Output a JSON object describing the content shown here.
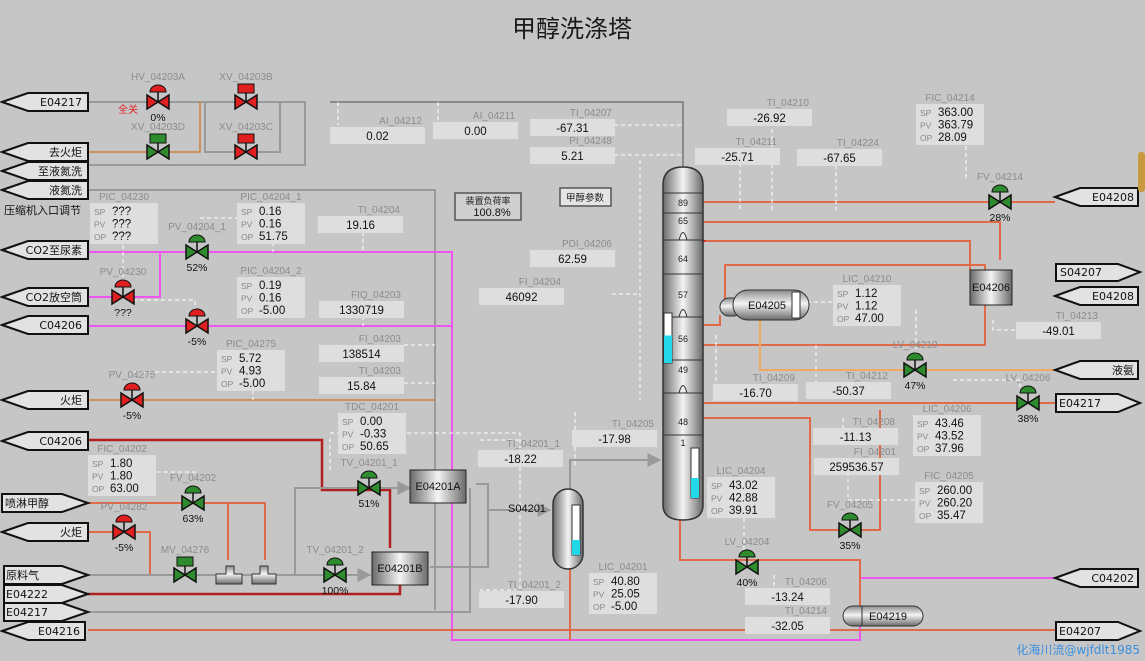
{
  "title": "甲醇洗涤塔",
  "watermark": "化海川流@wjfdlt1985",
  "colors": {
    "background": "#c6c6c6",
    "valve_open": "#2e8b2e",
    "valve_closed": "#e02020",
    "level": "#22d8e8",
    "methanol_line": "#e06a4a",
    "co2_line": "#ee55ee"
  },
  "connectors": {
    "e04217_top": "E04217",
    "to_flare_1": "去火炬",
    "to_n2_wash": "至液氮洗",
    "n2_wash": "液氮洗",
    "compressor_label": "压缩机入口调节",
    "co2_urea": "CO2至尿素",
    "co2_vent": "CO2放空筒",
    "c04206": "C04206",
    "flare_2": "火炬",
    "c04206_b": "C04206",
    "spray_methanol": "喷淋甲醇",
    "flare_3": "火炬",
    "feed_gas": "原料气",
    "e04222": "E04222",
    "e04217_bottom": "E04217",
    "e04216": "E04216",
    "e04208_top": "E04208",
    "s04207": "S04207",
    "e04208": "E04208",
    "liquid_ammonia": "液氨",
    "e04217_right": "E04217",
    "c04202": "C04202",
    "e04207": "E04207"
  },
  "valves": {
    "hv_04203a": {
      "tag": "HV_04203A",
      "value": "0%",
      "status": "全关",
      "state": "closed"
    },
    "xv_04203b": {
      "tag": "XV_04203B",
      "state": "closed"
    },
    "xv_04203d": {
      "tag": "XV_04203D",
      "state": "open"
    },
    "xv_04203c": {
      "tag": "XV_04203C",
      "state": "closed"
    },
    "pv_04204_1": {
      "tag": "PV_04204_1",
      "value": "52%",
      "state": "open"
    },
    "pv_04230": {
      "tag": "PV_04230",
      "value": "???",
      "state": "closed"
    },
    "pv_04204_2": {
      "tag": "",
      "value": "-5%",
      "state": "closed"
    },
    "pv_04275": {
      "tag": "PV_04275",
      "value": "-5%",
      "state": "closed"
    },
    "fv_04202": {
      "tag": "FV_04202",
      "value": "63%",
      "state": "open"
    },
    "pv_04282": {
      "tag": "PV_04282",
      "value": "-5%",
      "state": "closed"
    },
    "mv_04276": {
      "tag": "MV_04276",
      "state": "open"
    },
    "tv_04201_1": {
      "tag": "TV_04201_1",
      "value": "51%",
      "state": "open"
    },
    "tv_04201_2": {
      "tag": "TV_04201_2",
      "value": "100%",
      "state": "open"
    },
    "fv_04214": {
      "tag": "FV_04214",
      "value": "28%",
      "state": "open"
    },
    "lv_04210": {
      "tag": "LV_04210",
      "value": "47%",
      "state": "open"
    },
    "lv_04206": {
      "tag": "LV_04206",
      "value": "38%",
      "state": "open"
    },
    "fv_04205": {
      "tag": "FV_04205",
      "value": "35%",
      "state": "open"
    },
    "lv_04204": {
      "tag": "LV_04204",
      "value": "40%",
      "state": "open"
    }
  },
  "controllers": {
    "pic_04230": {
      "tag": "PIC_04230",
      "sp": "???",
      "pv": "???",
      "op": "???"
    },
    "pic_04204_1": {
      "tag": "PIC_04204_1",
      "sp": "0.16",
      "pv": "0.16",
      "op": "51.75"
    },
    "pic_04204_2": {
      "tag": "PIC_04204_2",
      "sp": "0.19",
      "pv": "0.16",
      "op": "-5.00"
    },
    "pic_04275": {
      "tag": "PIC_04275",
      "sp": "5.72",
      "pv": "4.93",
      "op": "-5.00"
    },
    "fic_04202": {
      "tag": "FIC_04202",
      "sp": "1.80",
      "pv": "1.80",
      "op": "63.00"
    },
    "tdc_04201": {
      "tag": "TDC_04201",
      "sp": "0.00",
      "pv": "-0.33",
      "op": "50.65"
    },
    "lic_04201": {
      "tag": "LIC_04201",
      "sp": "40.80",
      "pv": "25.05",
      "op": "-5.00"
    },
    "lic_04204": {
      "tag": "LIC_04204",
      "sp": "43.02",
      "pv": "42.88",
      "op": "39.91"
    },
    "lic_04210": {
      "tag": "LIC_04210",
      "sp": "1.12",
      "pv": "1.12",
      "op": "47.00"
    },
    "fic_04214": {
      "tag": "FIC_04214",
      "sp": "363.00",
      "pv": "363.79",
      "op": "28.09"
    },
    "lic_04206": {
      "tag": "LIC_04206",
      "sp": "43.46",
      "pv": "43.52",
      "op": "37.96"
    },
    "fic_04205": {
      "tag": "FIC_04205",
      "sp": "260.00",
      "pv": "260.20",
      "op": "35.47"
    }
  },
  "controller_labels": {
    "sp": "SP",
    "pv": "PV",
    "op": "OP"
  },
  "indicators": {
    "ai_04212": {
      "tag": "AI_04212",
      "value": "0.02"
    },
    "ai_04211": {
      "tag": "AI_04211",
      "value": "0.00"
    },
    "ti_04207": {
      "tag": "TI_04207",
      "value": "-67.31"
    },
    "pi_04248": {
      "tag": "PI_04248",
      "value": "5.21"
    },
    "ti_04204": {
      "tag": "TI_04204",
      "value": "19.16"
    },
    "fiq_04203": {
      "tag": "FIQ_04203",
      "value": "1330719"
    },
    "fi_04203": {
      "tag": "FI_04203",
      "value": "138514"
    },
    "ti_04203": {
      "tag": "TI_04203",
      "value": "15.84"
    },
    "pdi_04206": {
      "tag": "PDI_04206",
      "value": "62.59"
    },
    "fi_04204": {
      "tag": "FI_04204",
      "value": "46092"
    },
    "ti_04201_1": {
      "tag": "TI_04201_1",
      "value": "-18.22"
    },
    "ti_04201_2": {
      "tag": "TI_04201_2",
      "value": "-17.90"
    },
    "ti_04205": {
      "tag": "TI_04205",
      "value": "-17.98"
    },
    "ti_04210": {
      "tag": "TI_04210",
      "value": "-26.92"
    },
    "ti_04211": {
      "tag": "TI_04211",
      "value": "-25.71"
    },
    "ti_04224": {
      "tag": "TI_04224",
      "value": "-67.65"
    },
    "ti_04213": {
      "tag": "TI_04213",
      "value": "-49.01"
    },
    "ti_04209": {
      "tag": "TI_04209",
      "value": "-16.70"
    },
    "ti_04212": {
      "tag": "TI_04212",
      "value": "-50.37"
    },
    "ti_04208": {
      "tag": "TI_04208",
      "value": "-11.13"
    },
    "fi_04201": {
      "tag": "FI_04201",
      "value": "259536.57"
    },
    "ti_04206": {
      "tag": "TI_04206",
      "value": "-13.24"
    },
    "ti_04214": {
      "tag": "TI_04214",
      "value": "-32.05"
    }
  },
  "load_rate": {
    "label": "装置负荷率",
    "value": "100.8%"
  },
  "methanol_params_button": "甲醇参数",
  "equipment": {
    "e04201a": "E04201A",
    "e04201b": "E04201B",
    "s04201": "S04201",
    "e04205": "E04205",
    "e04206": "E04206",
    "e04219": "E04219"
  },
  "column_trays": [
    "89",
    "65",
    "64",
    "57",
    "56",
    "49",
    "48",
    "1"
  ],
  "levels": {
    "column_upper": 0.55,
    "column_bottom": 0.4,
    "s04201": 0.3
  }
}
